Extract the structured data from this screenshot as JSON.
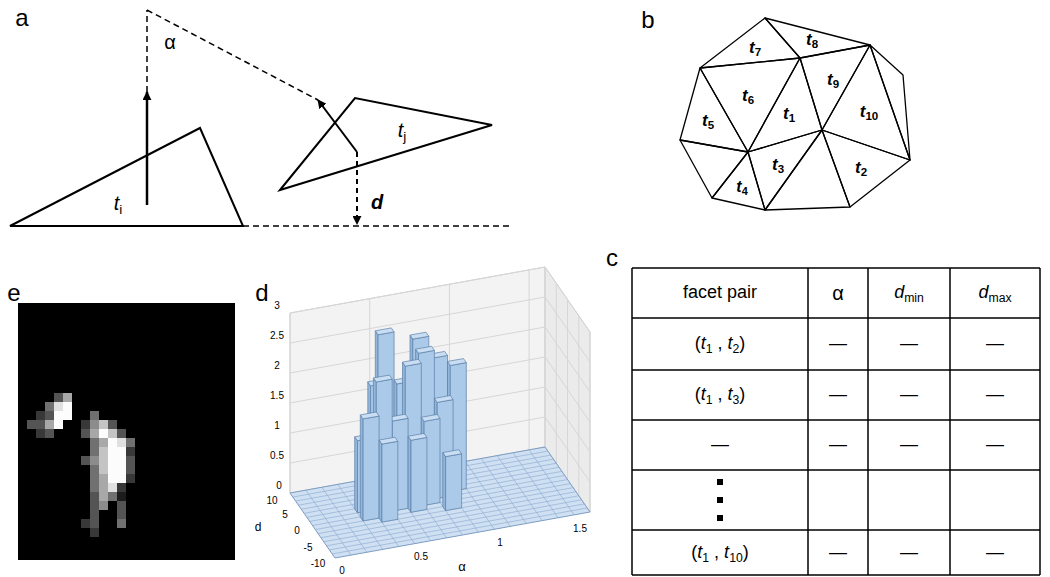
{
  "diagram": {
    "labels": [
      "a",
      "α",
      "ti",
      "tj",
      "d",
      "b",
      "t7",
      "t8",
      "t6",
      "t9",
      "t1",
      "t5",
      "t10",
      "t4",
      "t3",
      "t2",
      "c",
      "facet pair",
      "α",
      "dmin",
      "dmax",
      "(t1 , t2)",
      "—",
      "—",
      "—",
      "(t1 , t3)",
      "—",
      "—",
      "—",
      "—",
      "—",
      "—",
      "—",
      "(t1 , t10)",
      "—",
      "—",
      "—",
      "e",
      "d",
      "3",
      "2.5",
      "2",
      "1.5",
      "1",
      "0.5",
      "0",
      "10",
      "5",
      "0",
      "-5",
      "-10",
      "d",
      "0",
      "0.5",
      "1",
      "1.5",
      "α"
    ]
  }
}
